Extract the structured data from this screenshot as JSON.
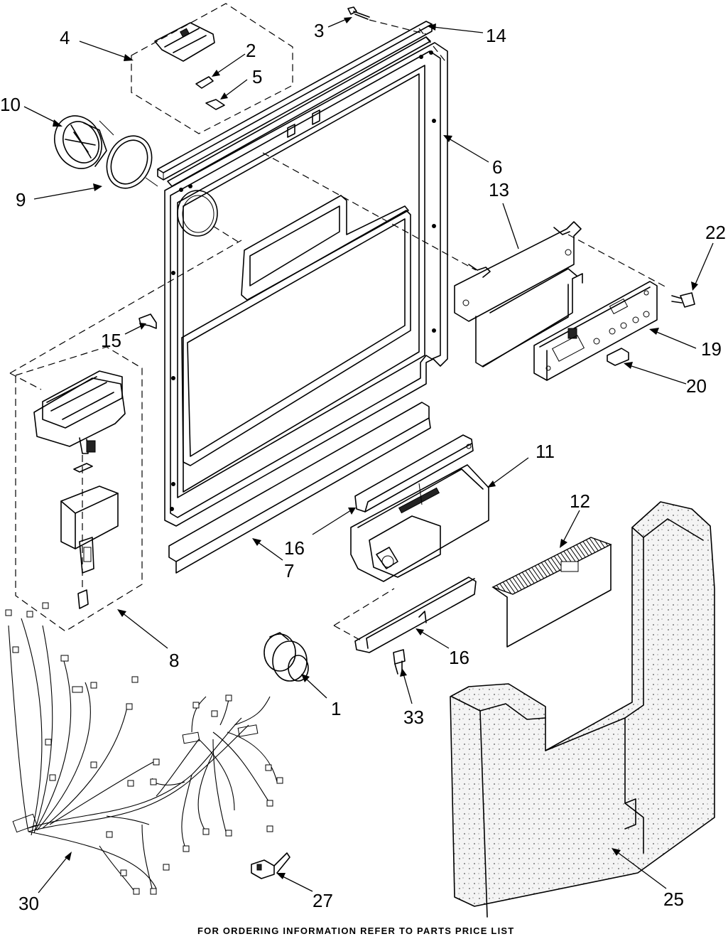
{
  "footer_text": "FOR ORDERING INFORMATION REFER TO PARTS PRICE LIST",
  "callouts": [
    {
      "id": "c1",
      "label": "1"
    },
    {
      "id": "c2",
      "label": "2"
    },
    {
      "id": "c3",
      "label": "3"
    },
    {
      "id": "c4",
      "label": "4"
    },
    {
      "id": "c5",
      "label": "5"
    },
    {
      "id": "c6",
      "label": "6"
    },
    {
      "id": "c7",
      "label": "7"
    },
    {
      "id": "c8",
      "label": "8"
    },
    {
      "id": "c9",
      "label": "9"
    },
    {
      "id": "c10",
      "label": "10"
    },
    {
      "id": "c11",
      "label": "11"
    },
    {
      "id": "c12",
      "label": "12"
    },
    {
      "id": "c13",
      "label": "13"
    },
    {
      "id": "c14",
      "label": "14"
    },
    {
      "id": "c15",
      "label": "15"
    },
    {
      "id": "c16a",
      "label": "16"
    },
    {
      "id": "c16b",
      "label": "16"
    },
    {
      "id": "c19",
      "label": "19"
    },
    {
      "id": "c20",
      "label": "20"
    },
    {
      "id": "c22",
      "label": "22"
    },
    {
      "id": "c25",
      "label": "25"
    },
    {
      "id": "c27",
      "label": "27"
    },
    {
      "id": "c30",
      "label": "30"
    },
    {
      "id": "c33",
      "label": "33"
    }
  ]
}
